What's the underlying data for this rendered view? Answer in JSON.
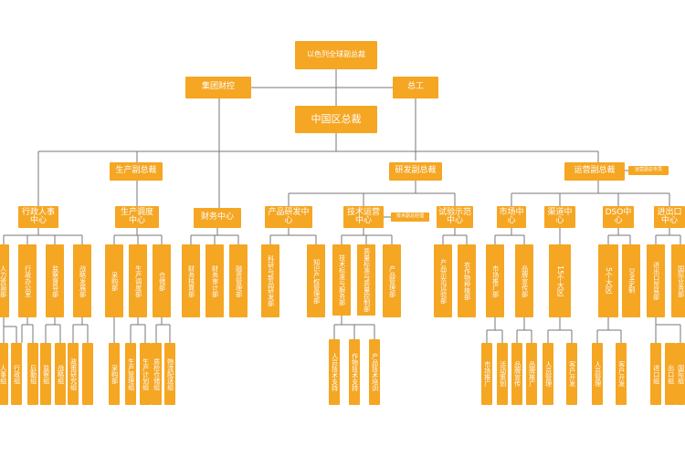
{
  "colors": {
    "box": "#f5a623",
    "line": "#777777",
    "text": "#ffffff"
  },
  "nodes": {
    "top": "以色列全球副总裁",
    "group_finance": "集团财控",
    "union": "总工",
    "china_president": "中国区总裁",
    "prod_vp": "生产副总裁",
    "rd_vp": "研发副总裁",
    "ops_vp": "运营副总裁",
    "ops_tag": "运营副总专员",
    "admin_hr": "行政人事中心",
    "prod_sched": "生产调度中心",
    "finance_center": "财务中心",
    "product_rd": "产品研发中心",
    "tech_ops": "技术运营中心",
    "tech_tag": "技术副总经理",
    "pilot": "试验示范中心",
    "market": "市场中心",
    "channel": "渠道中心",
    "dso": "DSO中心",
    "import": "进出口中心"
  },
  "leaves": {
    "admin_hr": [
      "人力资源部",
      "行政办公室",
      "监察督导部",
      "战略发展部"
    ],
    "prod_sched": [
      "采购部",
      "生产调度部",
      "仓储部"
    ],
    "finance_center": [
      "财务核算部",
      "财务审计部",
      "融资管理部"
    ],
    "product_rd": [
      "科研与新品研发部",
      "知识产权管理部"
    ],
    "tech_ops": [
      "技术标准与服务部",
      "质量标准与质量控制部",
      "产品管理部"
    ],
    "pilot": [
      "产品示范试验部",
      "农作物种植部"
    ],
    "market": [
      "市场推广部",
      "品牌宣传部"
    ],
    "channel": [
      "15个大区"
    ],
    "dso": [
      "5个大区",
      "DIM定制"
    ],
    "import": [
      "进出口贸易部",
      "国际业务部"
    ]
  },
  "subleaves": {
    "admin_hr": [
      "人事组",
      "行政组",
      "后勤组",
      "监察组",
      "战略组",
      "政策研究组"
    ],
    "prod_sched": [
      "采购部",
      "生产管理组",
      "生产计划组",
      "质检仓储组",
      "物流配送组"
    ],
    "tech_ops": [
      "人员技术支持",
      "作物技术支持",
      "产品技术培训"
    ],
    "market": [
      "市场推广",
      "活动策划",
      "品牌宣传",
      "品牌推广"
    ],
    "channel": [
      "人员管理",
      "客户开发"
    ],
    "dso": [
      "人员管理",
      "客户开发"
    ],
    "import": [
      "进口组",
      "出口组",
      "国际组"
    ]
  }
}
